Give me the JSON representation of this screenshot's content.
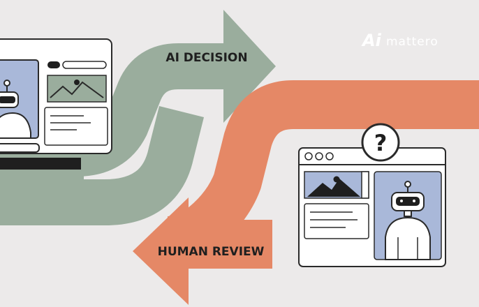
{
  "labels": {
    "ai_decision": "AI DECISION",
    "human_review": "HUMAN REVIEW",
    "question_mark": "?"
  },
  "brand": {
    "logo_mark": "Ai",
    "logo_word": "mattero"
  },
  "colors": {
    "background": "#eceaea",
    "green_arrow": "#9aad9d",
    "orange_arrow": "#e58866",
    "outline": "#2a2a2a",
    "robot_panel": "#a9b8d9",
    "window": "#ffffff"
  },
  "icons": {
    "question": "question-mark-icon",
    "image_placeholder": "mountain-image-icon",
    "robot": "robot-icon"
  }
}
